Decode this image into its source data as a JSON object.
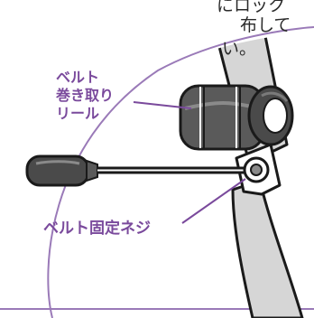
{
  "intro_text": {
    "line1": "にロック",
    "line2": "布して",
    "line3": "い。"
  },
  "labels": {
    "reel_line1": "ベルト",
    "reel_line2": "巻き取り",
    "reel_line3": "リール",
    "screw": "ベルト固定ネジ"
  },
  "colors": {
    "label_purple": "#7a4a9c",
    "frame_purple": "#9a7ab8",
    "outline": "#1a1a1a",
    "belt_gray": "#d6d6d6",
    "reel_dark": "#5a5a5a"
  }
}
